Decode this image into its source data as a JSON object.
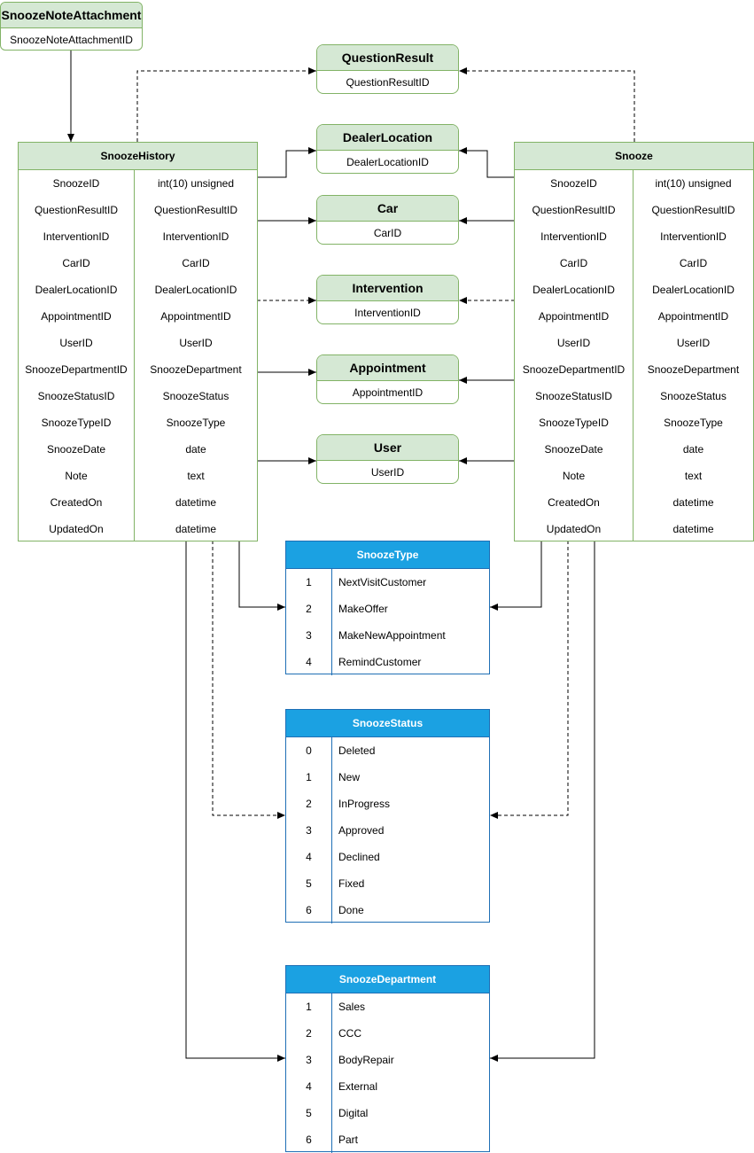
{
  "entities": {
    "snooze_note_attachment": {
      "title": "SnoozeNoteAttachment",
      "field": "SnoozeNoteAttachmentID"
    },
    "question_result": {
      "title": "QuestionResult",
      "field": "QuestionResultID"
    },
    "dealer_location": {
      "title": "DealerLocation",
      "field": "DealerLocationID"
    },
    "car": {
      "title": "Car",
      "field": "CarID"
    },
    "intervention": {
      "title": "Intervention",
      "field": "InterventionID"
    },
    "appointment": {
      "title": "Appointment",
      "field": "AppointmentID"
    },
    "user": {
      "title": "User",
      "field": "UserID"
    }
  },
  "snooze_history": {
    "title": "SnoozeHistory",
    "columns": [
      "SnoozeID",
      "QuestionResultID",
      "InterventionID",
      "CarID",
      "DealerLocationID",
      "AppointmentID",
      "UserID",
      "SnoozeDepartmentID",
      "SnoozeStatusID",
      "SnoozeTypeID",
      "SnoozeDate",
      "Note",
      "CreatedOn",
      "UpdatedOn"
    ],
    "types": [
      "int(10) unsigned",
      "QuestionResultID",
      "InterventionID",
      "CarID",
      "DealerLocationID",
      "AppointmentID",
      "UserID",
      "SnoozeDepartment",
      "SnoozeStatus",
      "SnoozeType",
      "date",
      "text",
      "datetime",
      "datetime"
    ]
  },
  "snooze": {
    "title": "Snooze",
    "columns": [
      "SnoozeID",
      "QuestionResultID",
      "InterventionID",
      "CarID",
      "DealerLocationID",
      "AppointmentID",
      "UserID",
      "SnoozeDepartmentID",
      "SnoozeStatusID",
      "SnoozeTypeID",
      "SnoozeDate",
      "Note",
      "CreatedOn",
      "UpdatedOn"
    ],
    "types": [
      "int(10) unsigned",
      "QuestionResultID",
      "InterventionID",
      "CarID",
      "DealerLocationID",
      "AppointmentID",
      "UserID",
      "SnoozeDepartment",
      "SnoozeStatus",
      "SnoozeType",
      "date",
      "text",
      "datetime",
      "datetime"
    ]
  },
  "enums": {
    "snooze_type": {
      "title": "SnoozeType",
      "keys": [
        "1",
        "2",
        "3",
        "4"
      ],
      "values": [
        "NextVisitCustomer",
        "MakeOffer",
        "MakeNewAppointment",
        "RemindCustomer"
      ]
    },
    "snooze_status": {
      "title": "SnoozeStatus",
      "keys": [
        "0",
        "1",
        "2",
        "3",
        "4",
        "5",
        "6"
      ],
      "values": [
        "Deleted",
        "New",
        "InProgress",
        "Approved",
        "Declined",
        "Fixed",
        "Done"
      ]
    },
    "snooze_department": {
      "title": "SnoozeDepartment",
      "keys": [
        "1",
        "2",
        "3",
        "4",
        "5",
        "6"
      ],
      "values": [
        "Sales",
        "CCC",
        "BodyRepair",
        "External",
        "Digital",
        "Part"
      ]
    }
  }
}
